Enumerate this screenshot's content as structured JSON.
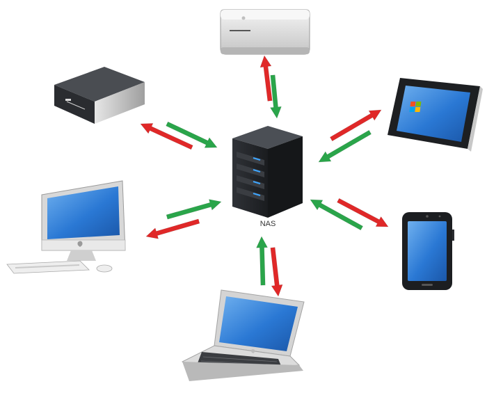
{
  "diagram": {
    "center_label": "NAS",
    "devices": [
      {
        "kind": "mac-mini"
      },
      {
        "kind": "set-top-box"
      },
      {
        "kind": "windows-tablet"
      },
      {
        "kind": "desktop-all-in-one"
      },
      {
        "kind": "smartphone"
      },
      {
        "kind": "laptop"
      }
    ],
    "colors": {
      "arrow_to_nas": "#2aa54a",
      "arrow_from_nas": "#e02828",
      "server_body": "#2b2e33",
      "server_led": "#3ea6ff",
      "screen_blue": "#1f6fd1"
    }
  }
}
